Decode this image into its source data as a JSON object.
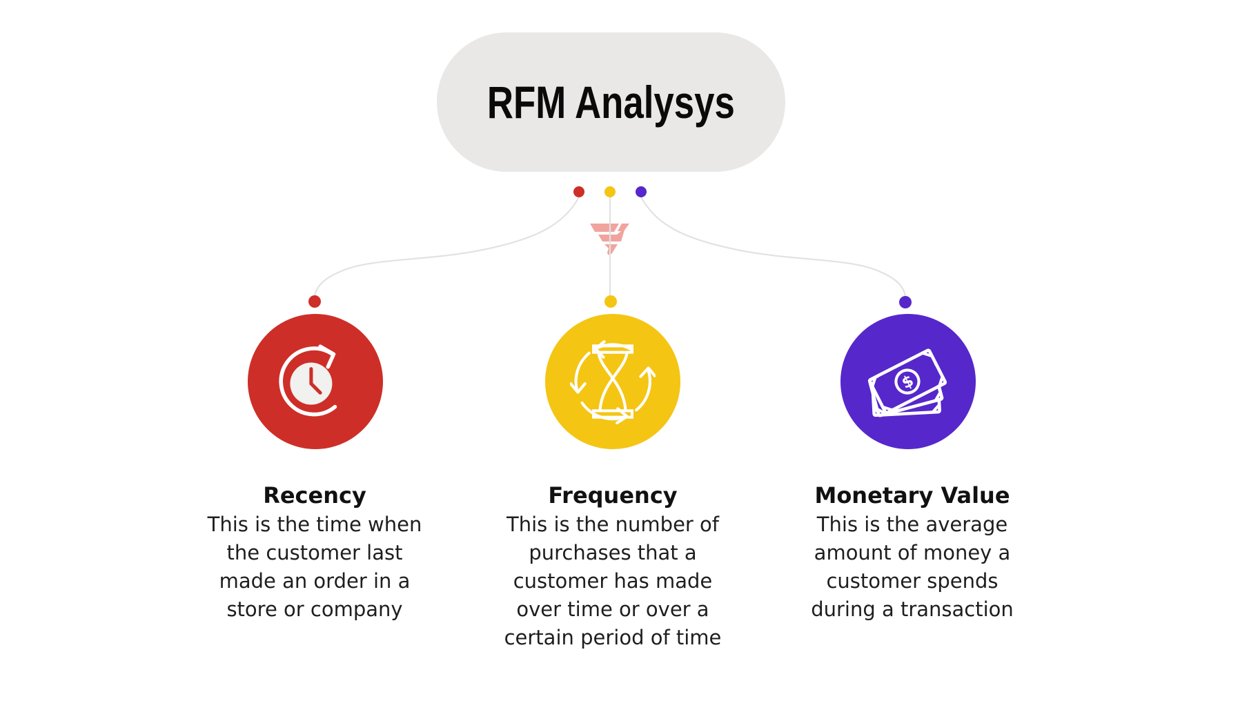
{
  "header": {
    "title": "RFM Analysys"
  },
  "decorations": {
    "banner_color": "#e9e8e6",
    "connector_color": "#e2e2e2",
    "funnel_color": "#f0a49d",
    "clock_face_color": "#f1f1ef",
    "icon_stroke_color": "#ffffff",
    "dollar_sign": "$"
  },
  "branches": [
    {
      "id": "recency",
      "label": "Recency",
      "description_lines": [
        "This is the time when",
        "the customer last",
        "made an order in a",
        "store or company"
      ],
      "color": "#ce2e28",
      "icon": "history-clock-icon"
    },
    {
      "id": "frequency",
      "label": "Frequency",
      "description_lines": [
        "This is the number of",
        "purchases that a",
        "customer has made",
        "over time or over a",
        "certain period of time"
      ],
      "color": "#f4c513",
      "icon": "hourglass-cycle-icon"
    },
    {
      "id": "monetary",
      "label": "Monetary Value",
      "description_lines": [
        "This is the average",
        "amount of money a",
        "customer spends",
        "during a transaction"
      ],
      "color": "#5627cb",
      "icon": "money-bills-icon"
    }
  ]
}
